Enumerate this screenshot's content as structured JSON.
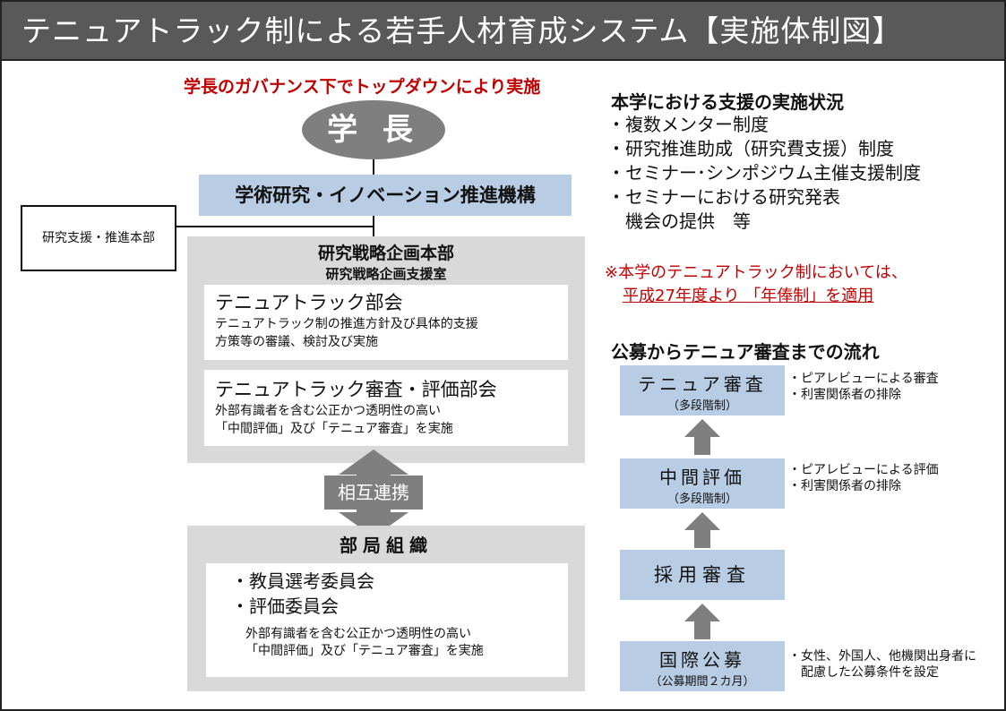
{
  "header": {
    "title": "テニュアトラック制による若手人材育成システム【実施体制図】"
  },
  "left": {
    "president_note": "学長のガバナンス下でトップダウンにより実施",
    "president_label": "学 長",
    "org_label": "学術研究・イノベーション推進機構",
    "support_hq_label": "研究支援・推進本部",
    "panel1": {
      "title": "研究戦略企画本部",
      "subtitle": "研究戦略企画支援室",
      "box_a": {
        "heading": "テニュアトラック部会",
        "lines": [
          "テニュアトラック制の推進方針及び具体的支援",
          "方策等の審議、検討及び実施"
        ]
      },
      "box_b": {
        "heading": "テニュアトラック審査・評価部会",
        "lines": [
          "外部有識者を含む公正かつ透明性の高い",
          "「中間評価」及び「テニュア審査」を実施"
        ]
      }
    },
    "mutual_label": "相互連携",
    "panel2": {
      "title": "部局組織",
      "bullets": [
        "・教員選考委員会",
        "・評価委員会"
      ],
      "lines": [
        "外部有識者を含む公正かつ透明性の高い",
        "「中間評価」及び「テニュア審査」を実施"
      ]
    }
  },
  "right": {
    "status_title": "本学における支援の実施状況",
    "status_items": [
      "・複数メンター制度",
      "・研究推進助成（研究費支援）制度",
      "・セミナー･シンポジウム主催支援制度",
      "・セミナーにおける研究発表",
      "　機会の提供　等"
    ],
    "note_line1": "※本学のテニュアトラック制においては、",
    "note_line2": "平成27年度より 「年俸制」を適用",
    "flow_title": "公募からテニュア審査までの流れ",
    "steps": [
      {
        "main": "テニュア審査",
        "sub": "（多段階制）",
        "notes": [
          "・ピアレビューによる審査",
          "・利害関係者の排除"
        ]
      },
      {
        "main": "中間評価",
        "sub": "（多段階制）",
        "notes": [
          "・ピアレビューによる評価",
          "・利害関係者の排除"
        ]
      },
      {
        "main": "採用審査",
        "sub": "",
        "notes": []
      },
      {
        "main": "国際公募",
        "sub": "（公募期間２カ月）",
        "notes": [
          "・女性、外国人、他機関出身者に",
          "　配慮した公募条件を設定"
        ]
      }
    ]
  },
  "colors": {
    "title_bg": "#595959",
    "accent_blue": "#b8cce4",
    "panel_gray": "#d9d9d9",
    "dark_gray": "#7f7f7f",
    "red_text": "#c00000"
  }
}
